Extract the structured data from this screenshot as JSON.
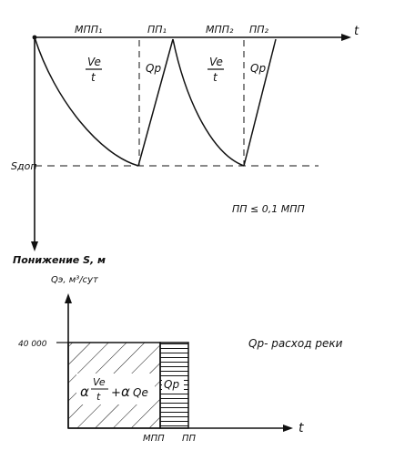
{
  "top": {
    "axis_t_label": "t",
    "segment_labels": [
      "МПП₁",
      "ПП₁",
      "МПП₂",
      "ПП₂"
    ],
    "ve_t_numerator": "Ve",
    "ve_t_denominator": "t",
    "qp_label": "Qp",
    "s_label": "Sдоп",
    "condition": "ПП ≤ 0,1 МПП",
    "y_axis_label": "Понижение S, м"
  },
  "bottom": {
    "y_axis_label": "Qэ, м³/сут",
    "y_tick": "40 000",
    "axis_t_label": "t",
    "x_labels": [
      "МПП",
      "ПП"
    ],
    "formula": {
      "alpha1": "α",
      "num": "Ve",
      "den": "t",
      "plus": "+",
      "alpha2": "α",
      "qe": "Qe"
    },
    "qp_label": "Qp",
    "legend": "Qp- расход реки"
  },
  "colors": {
    "ink": "#111111",
    "paper": "#ffffff"
  }
}
